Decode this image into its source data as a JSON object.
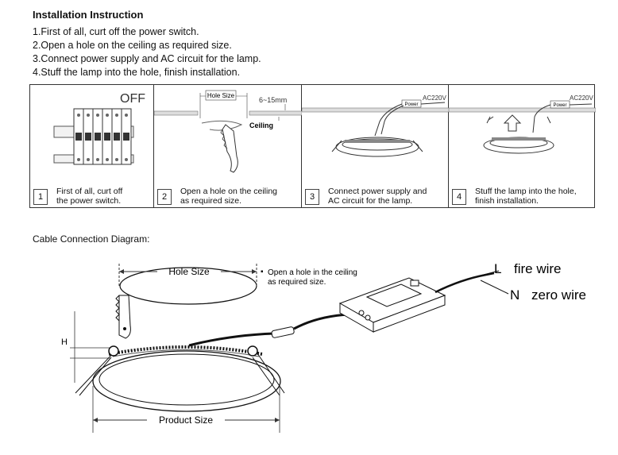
{
  "instruction": {
    "title": "Installation Instruction",
    "steps": [
      "1.First of all, curt off the power switch.",
      "2.Open a hole on the ceiling as required size.",
      "3.Connect power supply and AC circuit for the lamp.",
      "4.Stuff the lamp into the hole, finish installation."
    ]
  },
  "panels": [
    {
      "number": "1",
      "caption_line1": "First of all, curt off",
      "caption_line2": "the power switch.",
      "label": "OFF"
    },
    {
      "number": "2",
      "caption_line1": "Open a hole on the ceiling",
      "caption_line2": "as required size.",
      "hole_label": "Hole Size",
      "range_label": "6~15mm",
      "ceiling_label": "Ceiling"
    },
    {
      "number": "3",
      "caption_line1": "Connect power supply and",
      "caption_line2": "AC circuit for the lamp.",
      "power_label": "Power",
      "ac_label": "AC220V"
    },
    {
      "number": "4",
      "caption_line1": "Stuff the lamp into the hole,",
      "caption_line2": "finish installation.",
      "power_label": "Power",
      "ac_label": "AC220V"
    }
  ],
  "cable": {
    "title": "Cable Connection Diagram:",
    "hole_size": "Hole Size",
    "note_line1": "Open a hole in the ceiling",
    "note_line2": "as required size.",
    "l_label": "L",
    "l_wire": "fire wire",
    "n_label": "N",
    "n_wire": "zero wire",
    "h_label": "H",
    "product_size": "Product Size"
  }
}
